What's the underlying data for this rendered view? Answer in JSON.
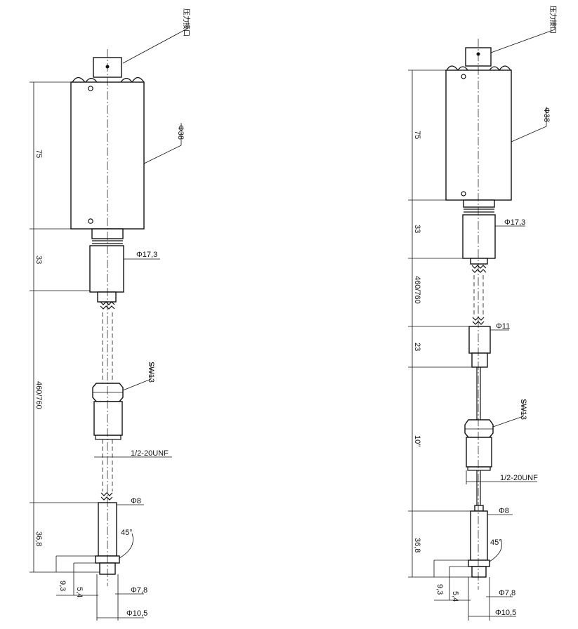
{
  "diagram": {
    "left": {
      "label_top": "压力接口",
      "dia_body": "Φ38",
      "len_body": "75",
      "len_neck": "33",
      "dia_neck": "Φ17,3",
      "len_rod": "460/760",
      "sw": "SW13",
      "thread": "1/2-20UNF",
      "dia_tip": "Φ8",
      "len_tip": "36,8",
      "angle": "45°",
      "len_a": "9,3",
      "len_b": "5,4",
      "dia_c": "Φ7,8",
      "dia_d": "Φ10,5"
    },
    "right": {
      "label_top": "压力接口",
      "dia_body": "Φ38",
      "len_body": "75",
      "len_neck": "33",
      "dia_neck": "Φ17,3",
      "len_rod": "460/760",
      "dia_mid": "Φ11",
      "len_mid": "23",
      "len_cable": "10\"",
      "sw": "SW13",
      "thread": "1/2-20UNF",
      "dia_tip": "Φ8",
      "len_tip": "36,8",
      "angle": "45°",
      "len_a": "9,3",
      "len_b": "5,4",
      "dia_c": "Φ7,8",
      "dia_d": "Φ10,5"
    }
  }
}
